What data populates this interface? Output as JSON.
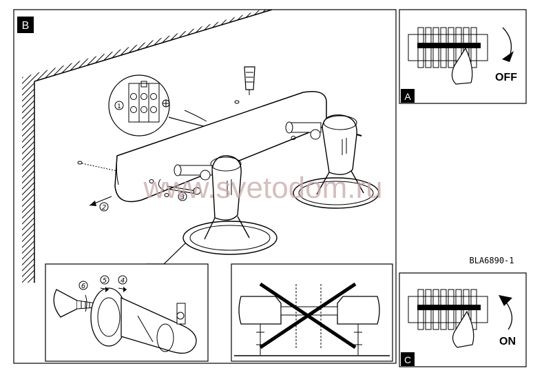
{
  "panels": {
    "main": {
      "badge": "B"
    },
    "top_right": {
      "badge": "A",
      "action": "OFF"
    },
    "bottom_right": {
      "badge": "C",
      "action": "ON"
    }
  },
  "callouts": {
    "two": "2",
    "three": "3",
    "four": "4",
    "five": "5",
    "six": "6",
    "terminal_one": "1"
  },
  "model_code": "BLA6890-1",
  "watermark": "www.svetodom.ru",
  "colors": {
    "line": "#000000",
    "watermark": "#c9a9a9",
    "background": "#ffffff"
  }
}
